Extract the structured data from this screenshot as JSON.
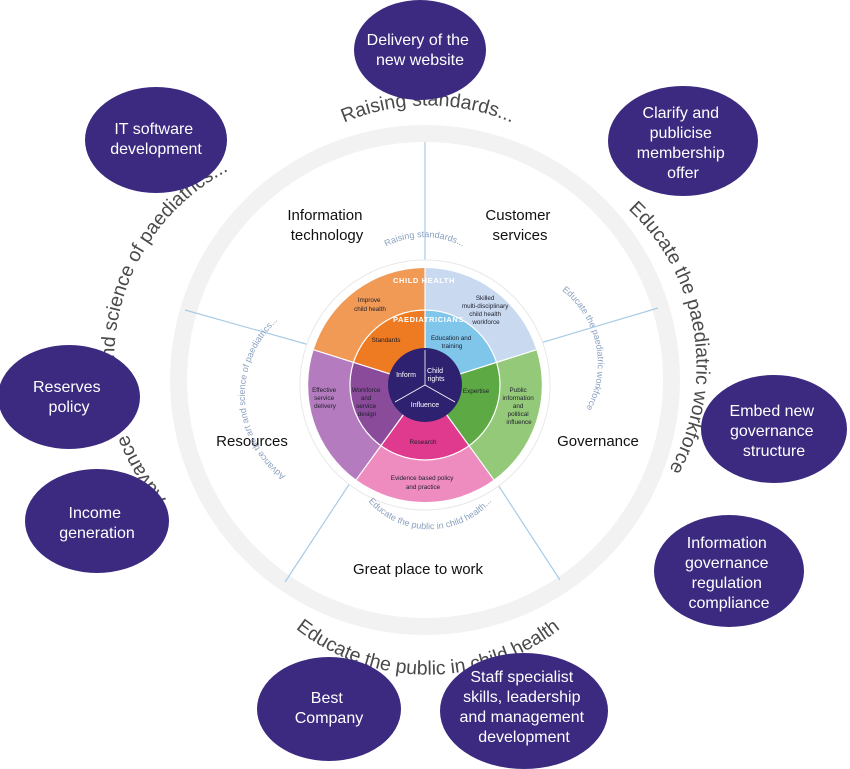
{
  "outer_ring": {
    "top": "Raising standards...",
    "right": "Educate the paediatric workforce",
    "bottom": "Educate the public  in child health",
    "left": "Advance the art and science of paediatrics..."
  },
  "segments": {
    "information_technology": [
      "Information",
      "technology"
    ],
    "customer_services": [
      "Customer",
      "services"
    ],
    "governance": "Governance",
    "great_place": "Great place to work",
    "resources": "Resources"
  },
  "bubbles": {
    "website": [
      "Delivery of the",
      "new website"
    ],
    "it_software": [
      "IT software",
      "development"
    ],
    "membership": [
      "Clarify and",
      "publicise",
      "membership",
      "offer"
    ],
    "embed_governance": [
      "Embed new",
      "governance",
      "structure"
    ],
    "info_governance": [
      "Information",
      "governance",
      "regulation",
      "compliance"
    ],
    "staff_skills": [
      "Staff specialist",
      "skills, leadership",
      "and management",
      "development"
    ],
    "best_company": [
      "Best",
      "Company"
    ],
    "income": [
      "Income",
      "generation"
    ],
    "reserves": [
      "Reserves",
      "policy"
    ]
  },
  "wheel": {
    "ring_top": "Raising standards...",
    "ring_right": "Educate the paediatric workforce",
    "ring_bottom": "Educate the public  in child health...",
    "ring_left": "Advance the art and science of paediatrics...",
    "child_health": "CHILD HEALTH",
    "paediatricians": "PAEDIATRICIANS",
    "improve": [
      "Improve",
      "child health"
    ],
    "skilled": [
      "Skilled",
      "multi-disciplinary",
      "child health",
      "workforce"
    ],
    "public_info": [
      "Public",
      "information",
      "and",
      "political",
      "influence"
    ],
    "evidence": [
      "Evidence based policy",
      "and practice"
    ],
    "effective": [
      "Effective",
      "service",
      "delivery"
    ],
    "standards": "Standards",
    "education": [
      "Education and",
      "training"
    ],
    "expertise": "Expertise",
    "research": "Research",
    "workforce_design": [
      "Workforce",
      "and",
      "service",
      "design"
    ],
    "inform": "Inform",
    "child_rights": [
      "Child",
      "rights"
    ],
    "influence": "Influence"
  },
  "colors": {
    "bubble": "#3b2a80",
    "outer_ring": "#eeeeee",
    "spoke": "#a8cbe6",
    "orange": "#ee7a21",
    "orange_light": "#f19a55",
    "blue": "#7fc6ea",
    "blue_light": "#c9d9ef",
    "green": "#5daa45",
    "green_light": "#93c978",
    "pink": "#df3a8d",
    "pink_light": "#ee8cc0",
    "purple": "#8a4b9a",
    "purple_light": "#b47cbf",
    "core": "#2e2270"
  }
}
